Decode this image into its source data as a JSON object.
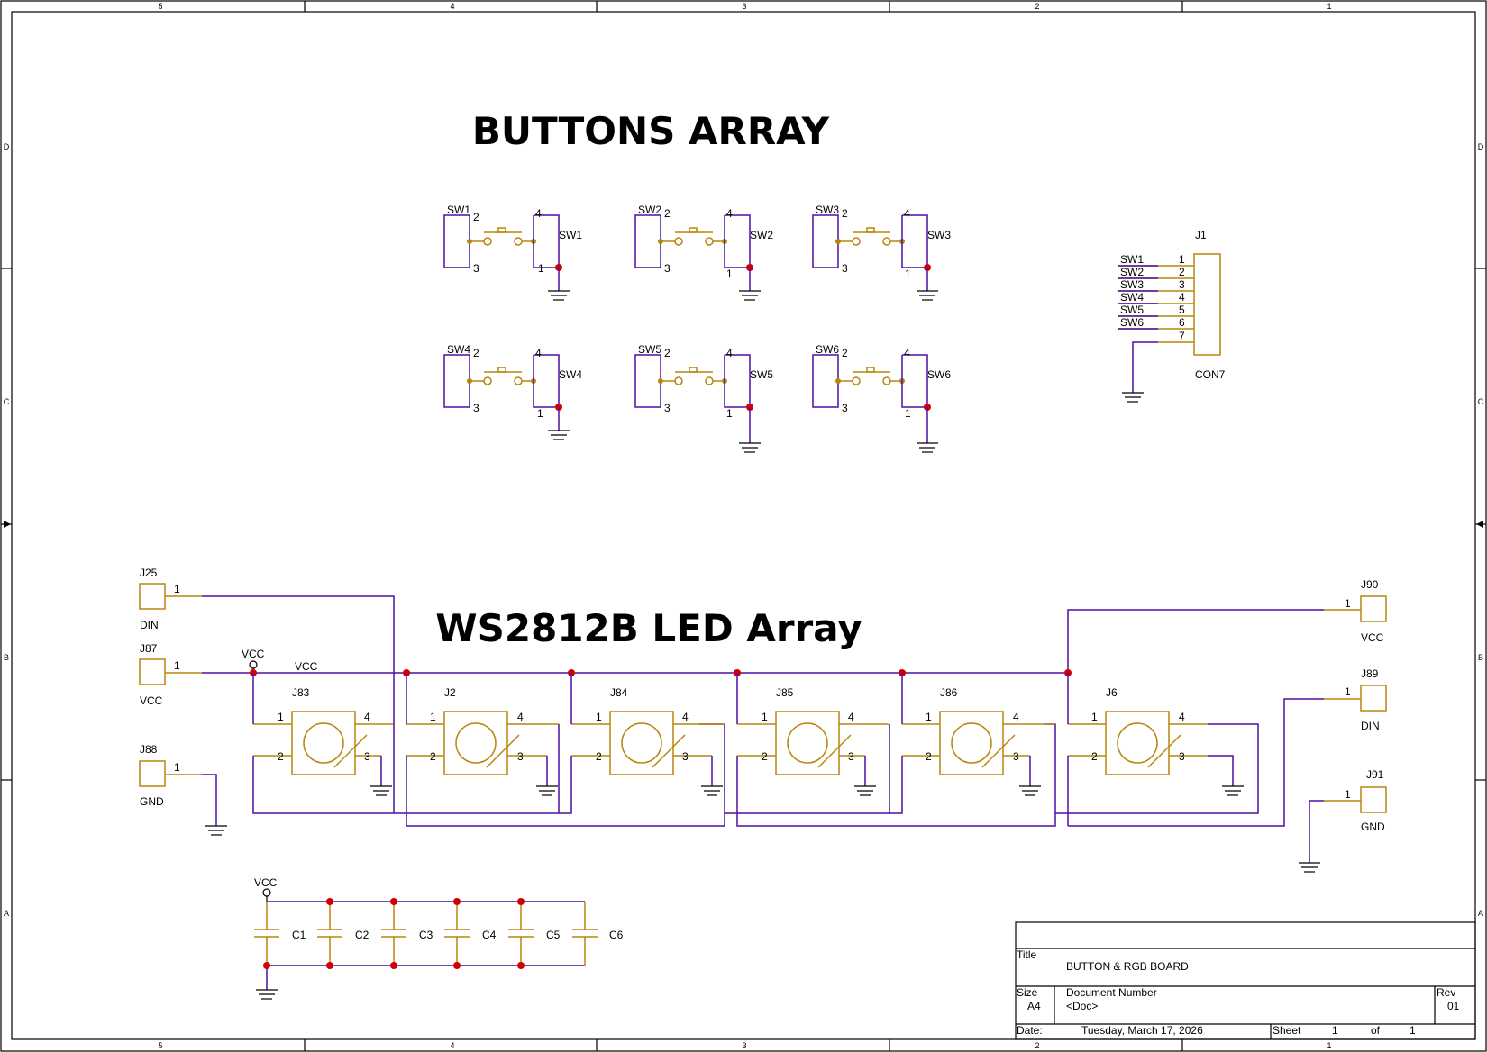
{
  "sheet": {
    "zone_columns": [
      "5",
      "4",
      "3",
      "2",
      "1"
    ],
    "zone_rows": [
      "D",
      "C",
      "B",
      "A"
    ]
  },
  "headings": {
    "buttons": "BUTTONS ARRAY",
    "leds": "WS2812B LED Array"
  },
  "pin_labels": {
    "p1": "1",
    "p2": "2",
    "p3": "3",
    "p4": "4",
    "p5": "5",
    "p6": "6",
    "p7": "7"
  },
  "switches": [
    {
      "ref": "SW1",
      "net": "SW1"
    },
    {
      "ref": "SW2",
      "net": "SW2"
    },
    {
      "ref": "SW3",
      "net": "SW3"
    },
    {
      "ref": "SW4",
      "net": "SW4"
    },
    {
      "ref": "SW5",
      "net": "SW5"
    },
    {
      "ref": "SW6",
      "net": "SW6"
    }
  ],
  "connector": {
    "ref": "J1",
    "value": "CON7",
    "nets": [
      "SW1",
      "SW2",
      "SW3",
      "SW4",
      "SW5",
      "SW6"
    ]
  },
  "terminals": [
    {
      "ref": "J25",
      "net": "DIN"
    },
    {
      "ref": "J87",
      "net": "VCC"
    },
    {
      "ref": "J88",
      "net": "GND"
    },
    {
      "ref": "J90",
      "net": "VCC"
    },
    {
      "ref": "J89",
      "net": "DIN"
    },
    {
      "ref": "J91",
      "net": "GND"
    }
  ],
  "leds": [
    "J83",
    "J2",
    "J84",
    "J85",
    "J86",
    "J6"
  ],
  "vcc_label": "VCC",
  "capacitors": [
    "C1",
    "C2",
    "C3",
    "C4",
    "C5",
    "C6"
  ],
  "title_block": {
    "title_label": "Title",
    "title": "BUTTON & RGB BOARD",
    "size_label": "Size",
    "size": "A4",
    "docnum_label": "Document Number",
    "docnum": "<Doc>",
    "rev_label": "Rev",
    "rev": "01",
    "date_label": "Date:",
    "date": "Tuesday, March 17, 2026",
    "sheet_label": "Sheet",
    "sheet_num": "1",
    "of_label": "of",
    "sheet_total": "1"
  },
  "colors": {
    "wire": "#4b0fa8",
    "part": "#b8860b",
    "junction": "#d40000"
  }
}
